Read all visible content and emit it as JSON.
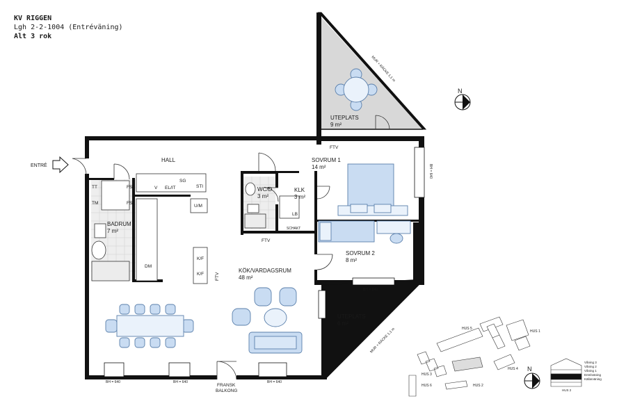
{
  "header": {
    "title": "KV RIGGEN",
    "apartment": "Lgh 2-2-1004 (Entréväning)",
    "layout": "Alt 3 rok"
  },
  "entry": "ENTRÉ",
  "rooms": {
    "hall": {
      "name": "HALL"
    },
    "sovrum1": {
      "name": "SOVRUM 1",
      "area": "14 m²"
    },
    "wcd": {
      "name": "WC/D",
      "area": "3 m²"
    },
    "klk": {
      "name": "KLK",
      "area": "3 m²"
    },
    "badrum": {
      "name": "BADRUM",
      "area": "7 m²"
    },
    "kok": {
      "name": "KÖK/VARDAGSRUM",
      "area": "48 m²"
    },
    "sovrum2": {
      "name": "SOVRUM 2",
      "area": "8 m²"
    },
    "uteplats1": {
      "name": "UTEPLATS",
      "area": "9 m²"
    },
    "uteplats2": {
      "name": "UTEPLATS",
      "area": "6 m²"
    }
  },
  "fixtures": {
    "tt": "TT",
    "tm": "TM",
    "fs": "FS",
    "v": "V",
    "elit": "EL/IT",
    "sg": "SG",
    "sti": "STI",
    "um": "U/M",
    "dm": "DM",
    "kf": "K/F",
    "ftv": "FTV",
    "lb": "LB",
    "schakt": "SCHAKT"
  },
  "windows": {
    "bh640": "BH = 640",
    "bh640b": "BH = 640"
  },
  "railing": "MUR + RÄCKE 1,1 m",
  "balcony": {
    "line1": "FRANSK",
    "line2": "BALKONG"
  },
  "compass": "N",
  "site": {
    "hus1": "HUS 1",
    "hus2": "HUS 2",
    "hus3": "HUS 3",
    "hus4": "HUS 4",
    "hus5": "HUS 5",
    "hus6": "HUS 6"
  },
  "section": {
    "floors": [
      "Våning 3",
      "Våning 2",
      "Våning 1",
      "Entréväning",
      "Källarväning"
    ],
    "hus": "HUS 2"
  }
}
